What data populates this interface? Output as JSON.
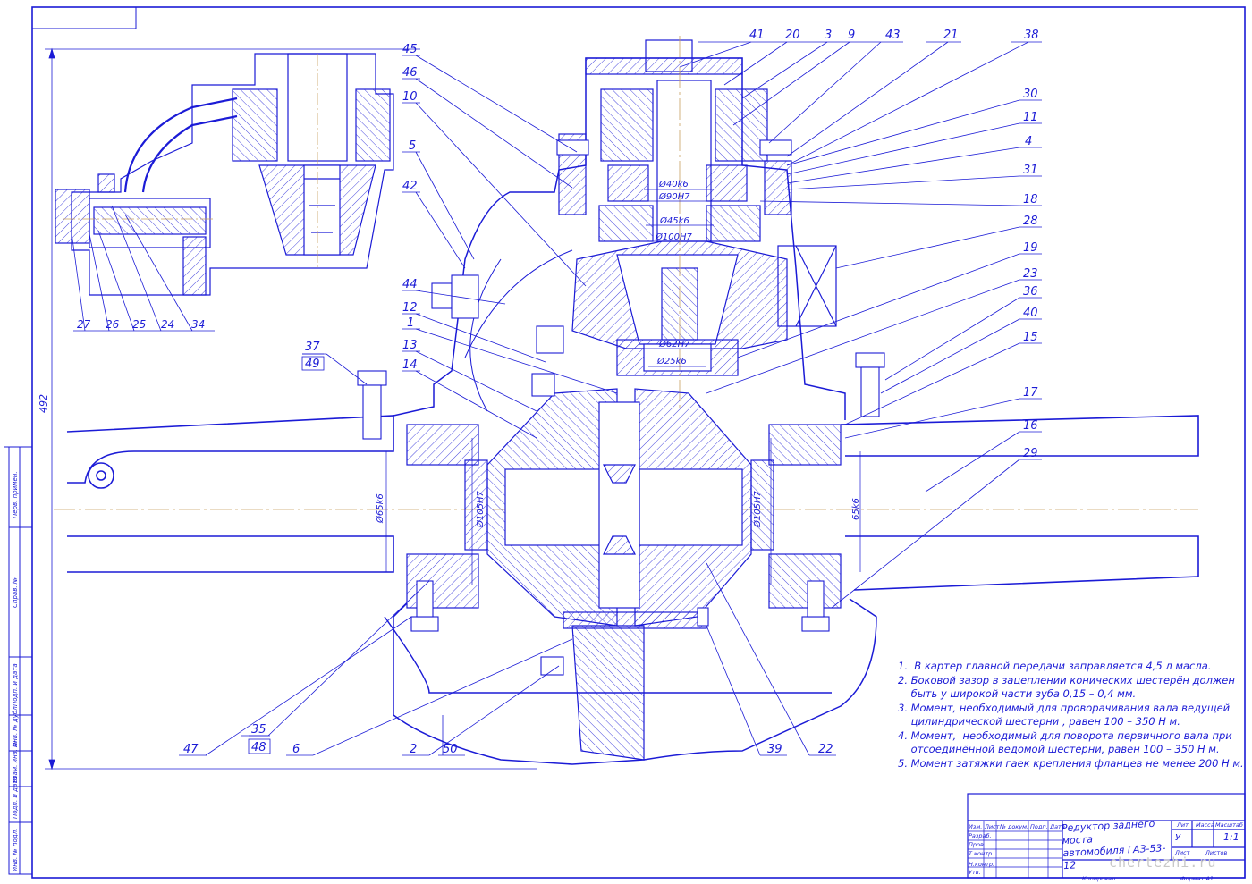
{
  "drawing": {
    "dimension_overall": "492",
    "fits": {
      "f40k6": "Ø40k6",
      "f90h7": "Ø90H7",
      "f45k6": "Ø45k6",
      "f100h7": "Ø100H7",
      "f62h7": "Ø62H7",
      "f25k6": "Ø25k6",
      "f65k6_left": "Ø65k6",
      "f105h7_left": "Ø105H7",
      "f105h7_right": "Ø105H7",
      "f65k6_right": "65k6"
    },
    "callouts_top": [
      "41",
      "20",
      "3",
      "9",
      "43",
      "21",
      "38"
    ],
    "callouts_right": [
      "30",
      "11",
      "4",
      "31",
      "18",
      "28",
      "19",
      "23",
      "36",
      "40",
      "15",
      "17",
      "16",
      "29"
    ],
    "callouts_left": [
      "45",
      "46",
      "10",
      "5",
      "42",
      "44",
      "12",
      "1",
      "13",
      "14"
    ],
    "callout_37_49": {
      "top": "37",
      "bottom": "49"
    },
    "callouts_inset": [
      "27",
      "26",
      "25",
      "24",
      "34"
    ],
    "callouts_bottom": [
      "47",
      "6",
      "2",
      "50",
      "39",
      "22"
    ],
    "callout_35_48": {
      "top": "35",
      "bottom": "48"
    }
  },
  "notes": [
    "1.  В картер главной передачи заправляется 4,5 л масла.",
    "2. Боковой зазор в зацеплении конических шестерён должен",
    "    быть у широкой части зуба 0,15 – 0,4 мм.",
    "3. Момент, необходимый для проворачивания вала ведущей",
    "    цилиндрической шестерни , равен 100 – 350 Н м.",
    "4. Момент,  необходимый для поворота первичного вала при",
    "    отсоединённой ведомой шестерни, равен 100 – 350 Н м.",
    "5. Момент затяжки гаек крепления фланцев не менее 200 Н м."
  ],
  "title_block": {
    "title_line1": "Редуктор заднего моста",
    "title_line2": "автомобиля ГАЗ-53-12",
    "lit_label": "Лит.",
    "mass_label": "Масса",
    "scale_label": "Масштаб",
    "scale_value": "1:1",
    "lit_value": "У",
    "sheet_label": "Лист",
    "sheets_label": "Листов",
    "rows": [
      "Изм.",
      "Лист",
      "№ докум.",
      "Подп.",
      "Дата"
    ],
    "roles": [
      "Разраб.",
      "Пров.",
      "Т.контр.",
      "Н.контр.",
      "Утв."
    ],
    "copied": "Копировал",
    "format": "Формат   А1"
  },
  "side_stamp": [
    "Перв. примен.",
    "Справ. №",
    "Подп. и дата",
    "Инв. № дубл.",
    "Взам. инв. №",
    "Подп. и дата",
    "Инв. № подл."
  ],
  "watermark": "chertezhi.ru",
  "colors": {
    "line": "#1b1bd6",
    "axis": "#c8a060",
    "background": "#ffffff"
  }
}
